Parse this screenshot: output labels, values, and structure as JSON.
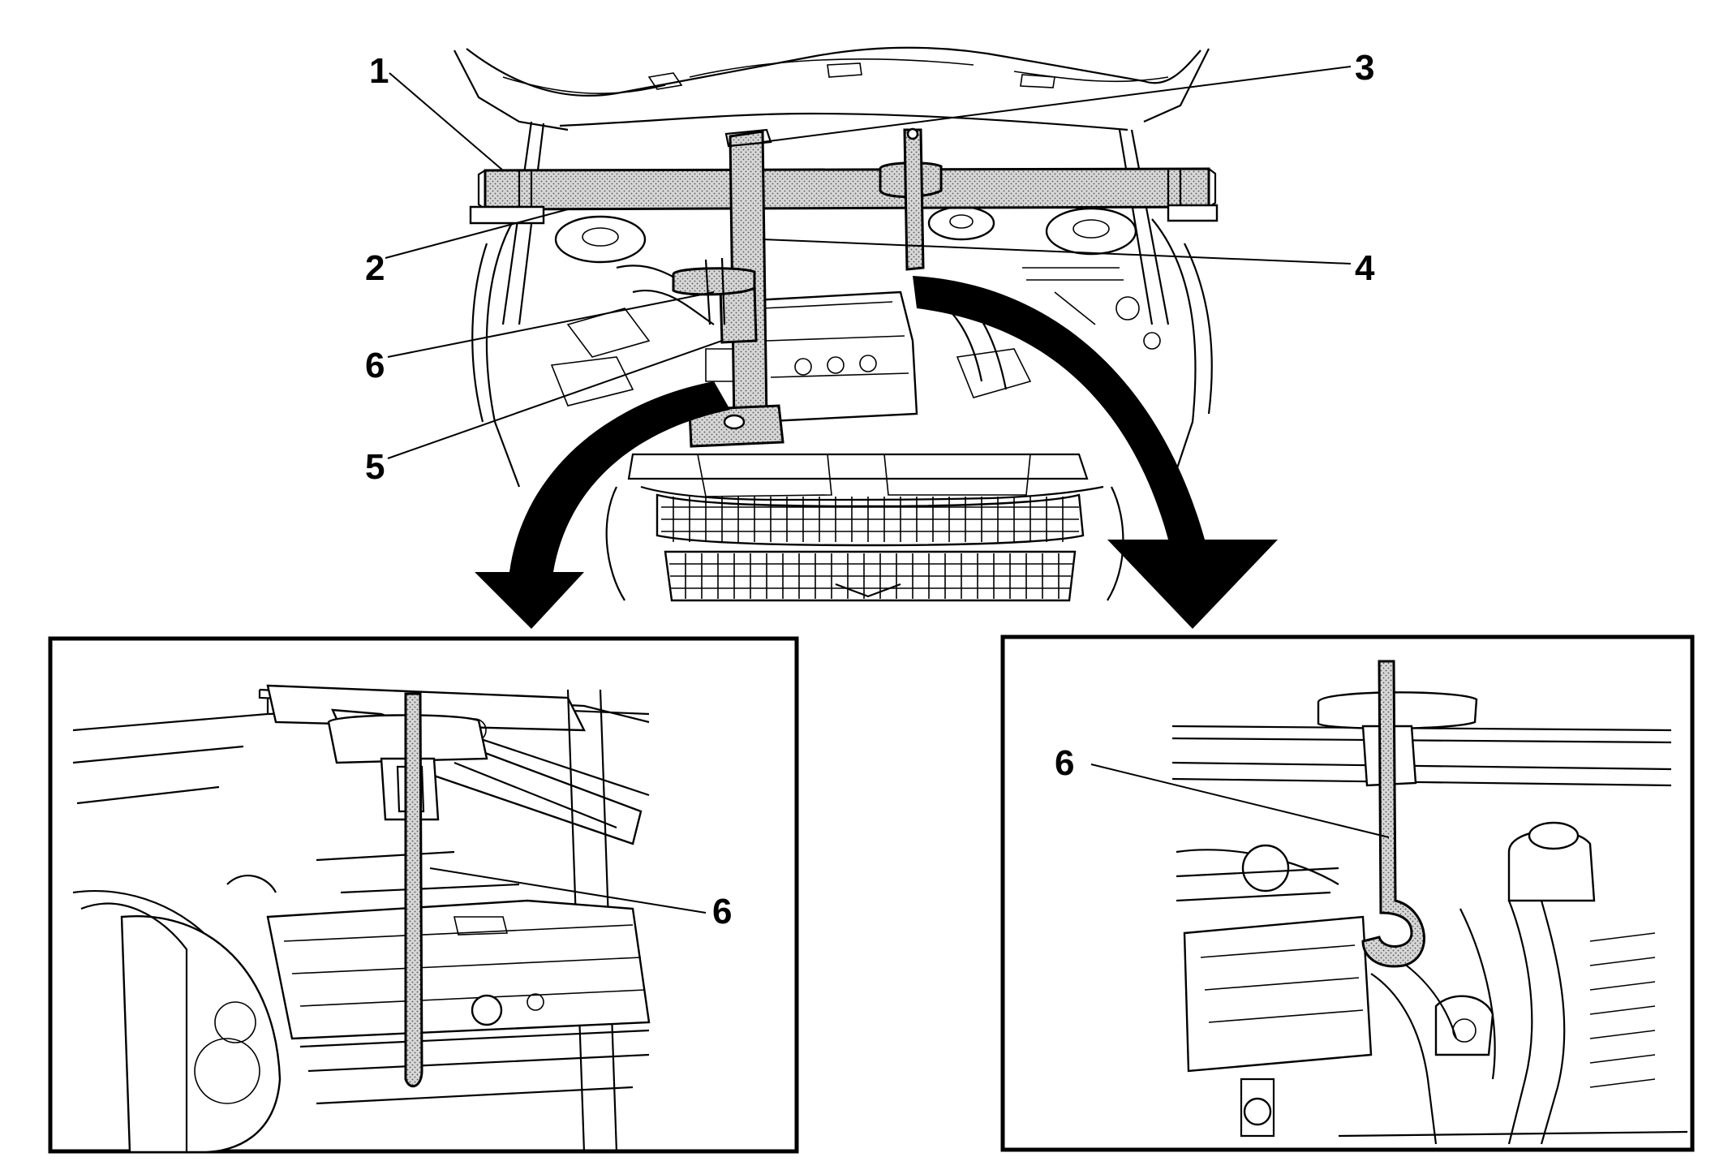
{
  "callouts": {
    "main": [
      "1",
      "2",
      "3",
      "4",
      "6",
      "5"
    ],
    "left_inset": "6",
    "right_inset": "6"
  },
  "colors": {
    "line": "#000000",
    "background": "#ffffff",
    "tool_fill": "#c8c8c8"
  }
}
